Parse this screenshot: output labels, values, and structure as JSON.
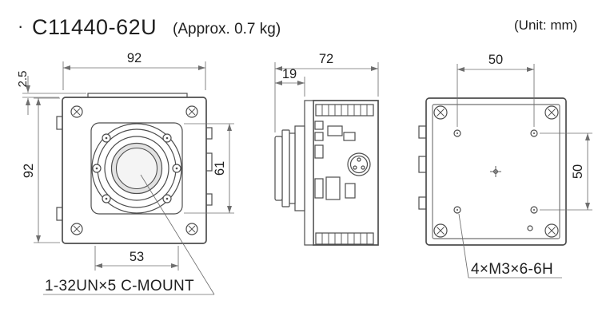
{
  "header": {
    "bullet": "·",
    "model": "C11440-62U",
    "weight": "(Approx. 0.7 kg)",
    "unit": "(Unit: mm)"
  },
  "front_view": {
    "dim_width_top": "92",
    "dim_height_left": "92",
    "dim_top_step": "2.5",
    "dim_plate_height": "61",
    "dim_bottom": "53",
    "mount_label": "1-32UN×5 C-MOUNT"
  },
  "side_view": {
    "dim_depth_total": "72",
    "dim_front_section": "19"
  },
  "rear_view": {
    "dim_hole_spacing_horizontal": "50",
    "dim_hole_spacing_vertical": "50",
    "holes_label": "4×M3×6-6H"
  },
  "colors": {
    "outline": "#4d4d4d",
    "dimension_lines": "#6f6f6f",
    "text": "#1f1f1f",
    "background": "#ffffff"
  }
}
